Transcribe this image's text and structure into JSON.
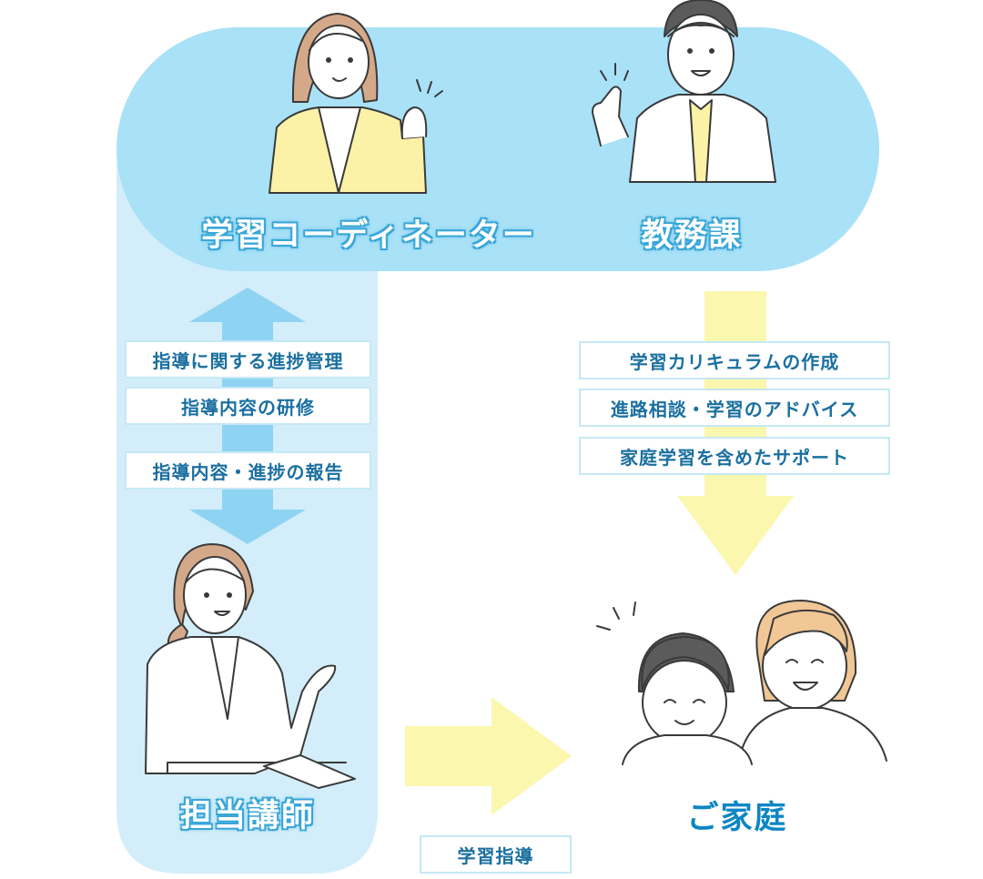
{
  "roles": {
    "coordinator": "学習コーディネーター",
    "academic_affairs": "教務課",
    "tutor": "担当講師",
    "family": "ご家庭"
  },
  "left_labels": [
    "指導に関する進捗管理",
    "指導内容の研修",
    "指導内容・進捗の報告"
  ],
  "right_labels": [
    "学習カリキュラムの作成",
    "進路相談・学習のアドバイス",
    "家庭学習を含めたサポート"
  ],
  "bottom_label": "学習指導",
  "colors": {
    "panel_blue": "#a9e1f7",
    "panel_light": "#d3eefa",
    "arrow_blue": "#8fd3f2",
    "arrow_yellow": "#fbf7ae",
    "text_blue": "#0d86c4"
  }
}
